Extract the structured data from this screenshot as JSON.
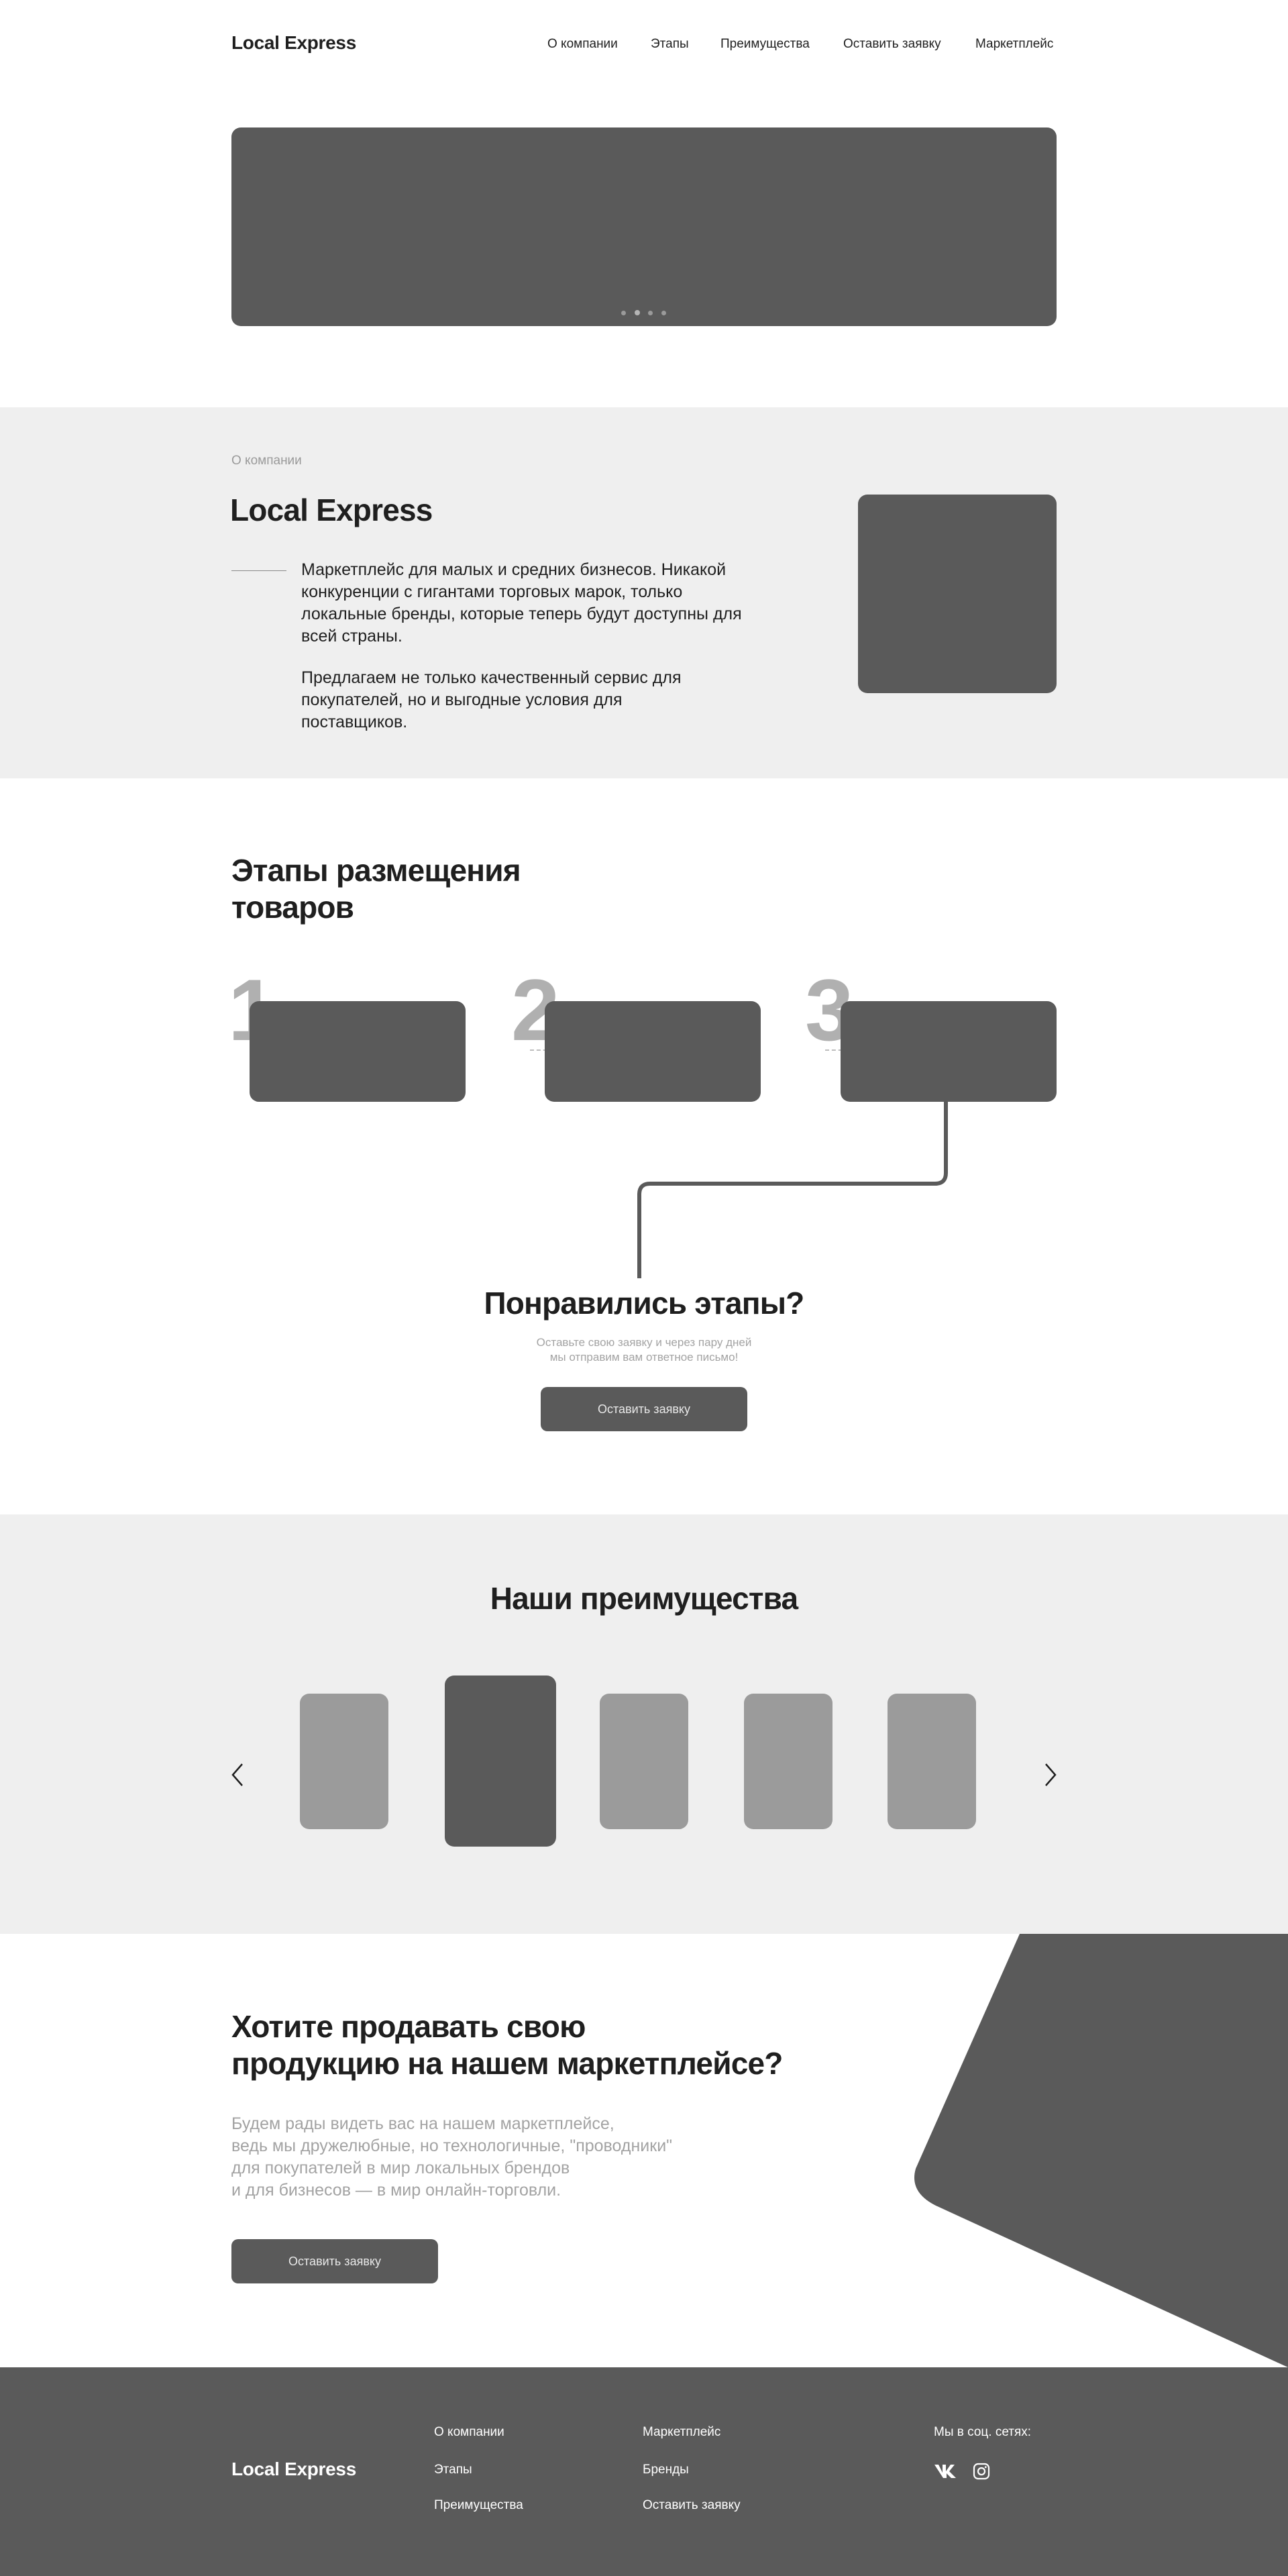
{
  "header": {
    "logo": "Local Express",
    "nav": [
      {
        "id": "about",
        "label": "О компании"
      },
      {
        "id": "stages",
        "label": "Этапы"
      },
      {
        "id": "advantages",
        "label": "Преимущества"
      },
      {
        "id": "apply",
        "label": "Оставить заявку"
      },
      {
        "id": "marketplace",
        "label": "Маркетплейс"
      }
    ]
  },
  "about": {
    "label": "О компании",
    "title": "Local Express",
    "paragraph1": "Маркетплейс для малых и средних бизнесов. Никакой конкуренции с гигантами торговых марок, только локальные бренды, которые теперь будут доступны для всей страны.",
    "paragraph2": "Предлагаем не только качественный сервис для покупателей, но и выгодные условия для поставщиков."
  },
  "stages": {
    "title_line1": "Этапы размещения",
    "title_line2": "товаров",
    "numbers": [
      "1",
      "2",
      "3"
    ],
    "cta_title": "Понравились этапы?",
    "cta_text_line1": "Оставьте свою заявку и через пару дней",
    "cta_text_line2": "мы отправим вам ответное письмо!",
    "cta_button": "Оставить заявку"
  },
  "advantages": {
    "title": "Наши преимущества"
  },
  "sell": {
    "title_line1": "Хотите продавать свою",
    "title_line2": "продукцию на нашем маркетплейсе?",
    "text_line1": "Будем рады видеть вас на нашем маркетплейсе,",
    "text_line2": "ведь мы дружелюбные, но технологичные, \"проводники\"",
    "text_line3": "для покупателей в мир локальных брендов",
    "text_line4": "и для бизнесов — в мир онлайн-торговли.",
    "button": "Оставить заявку"
  },
  "footer": {
    "logo": "Local Express",
    "col1": [
      "О компании",
      "Этапы",
      "Преимущества"
    ],
    "col2": [
      "Маркетплейс",
      "Бренды",
      "Оставить заявку"
    ],
    "social_label": "Мы в соц. сетях:",
    "social_icons": [
      "vk-icon",
      "instagram-icon"
    ]
  },
  "colors": {
    "dark_block": "#5a5a5a",
    "light_section": "#efefef",
    "muted_text": "#9a9a9a",
    "step_number": "#b0b0b0"
  }
}
